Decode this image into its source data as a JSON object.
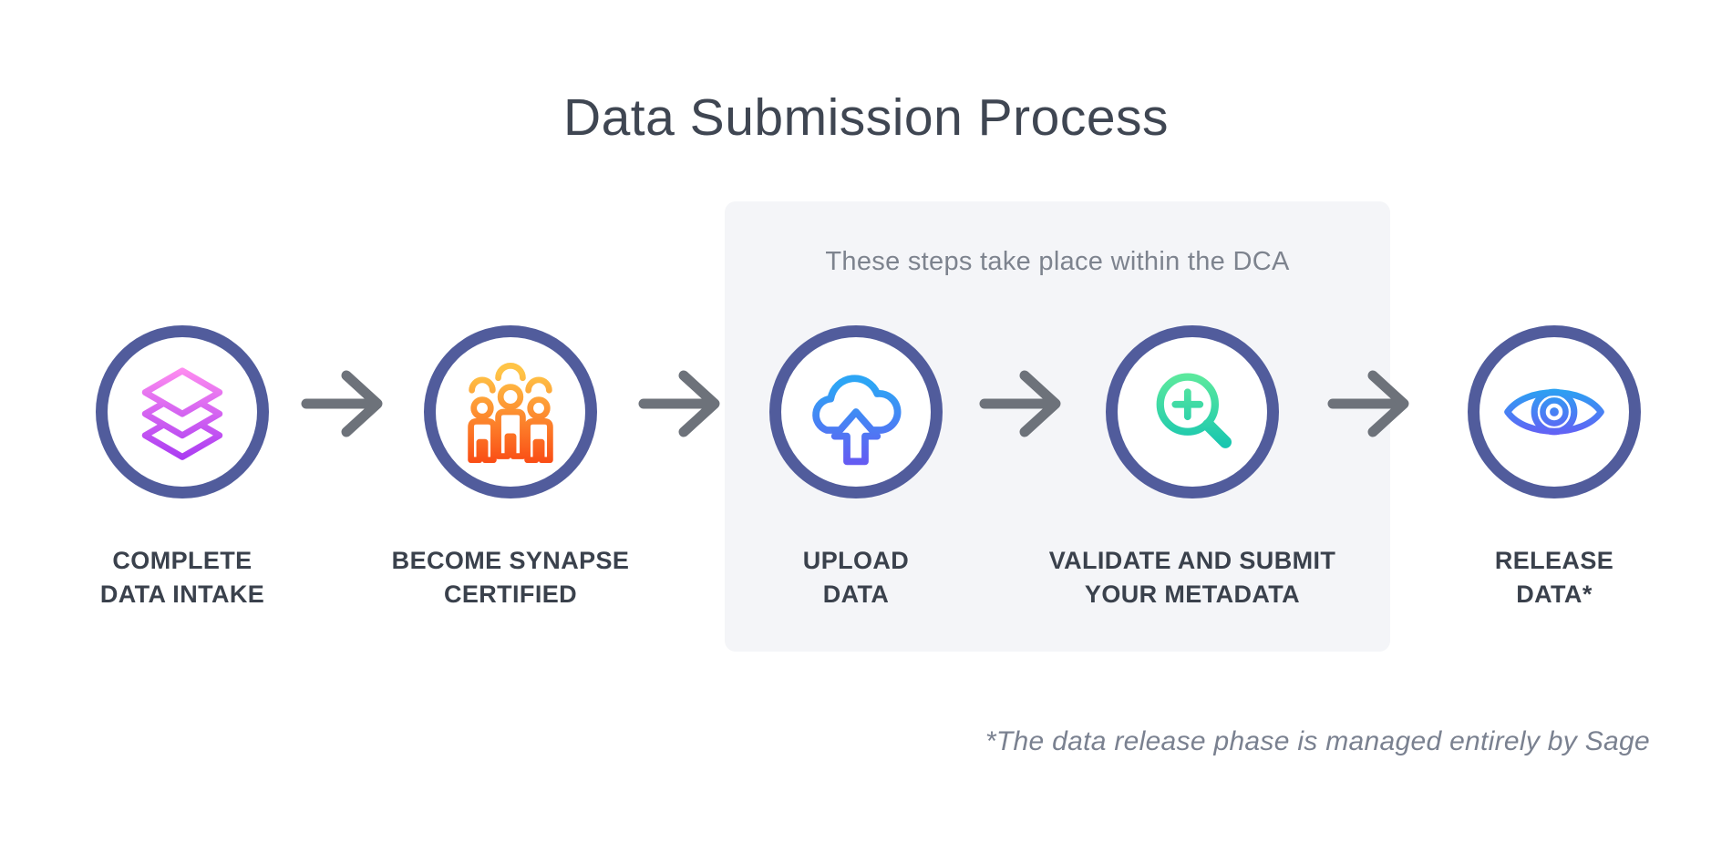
{
  "title": "Data Submission Process",
  "dca_panel": {
    "caption": "These steps take place within the DCA"
  },
  "steps": [
    {
      "label": "COMPLETE\nDATA INTAKE",
      "icon": "layers-icon",
      "in_dca": false,
      "icon_colors": [
        "#ff8df0",
        "#a93bf2"
      ]
    },
    {
      "label": "BECOME SYNAPSE\nCERTIFIED",
      "icon": "people-group-icon",
      "in_dca": false,
      "icon_colors": [
        "#ffc447",
        "#fa4d15"
      ]
    },
    {
      "label": "UPLOAD\nDATA",
      "icon": "cloud-upload-icon",
      "in_dca": true,
      "icon_colors": [
        "#2da5f5",
        "#6659f2"
      ]
    },
    {
      "label": "VALIDATE AND SUBMIT\nYOUR METADATA",
      "icon": "magnifier-plus-icon",
      "in_dca": true,
      "icon_colors": [
        "#5ce99d",
        "#10c2b2"
      ]
    },
    {
      "label": "RELEASE\nDATA*",
      "icon": "eye-icon",
      "in_dca": false,
      "icon_colors": [
        "#25a8f2",
        "#6b57f5"
      ]
    }
  ],
  "footnote": "*The data release phase is managed entirely by Sage",
  "colors": {
    "bg": "#ffffff",
    "title": "#3f4652",
    "label": "#3a414c",
    "caption": "#7d838e",
    "footnote": "#7a8190",
    "ring": "#515c9c",
    "arrow": "#6d727a",
    "panelbg": "#f4f5f8"
  }
}
